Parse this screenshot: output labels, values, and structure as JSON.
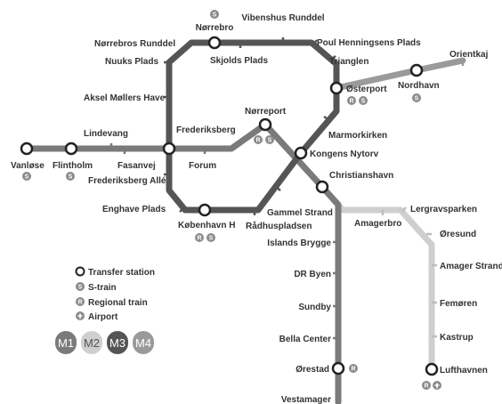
{
  "colors": {
    "M1": "#7a7a7a",
    "M2": "#cfcfcf",
    "M3": "#555555",
    "M4": "#9a9a9a",
    "station_stroke": "#222222",
    "badge": "#8a8a8a",
    "text": "#333333"
  },
  "stations": {
    "norrebro": "Nørrebro",
    "vibenshus_runddel": "Vibenshus Runddel",
    "norrebros_runddel": "Nørrebros Runddel",
    "poul_henningsens_plads": "Poul Henningsens Plads",
    "nuuks_plads": "Nuuks Plads",
    "skjolds_plads": "Skjolds Plads",
    "trianglen": "Trianglen",
    "orientkaj": "Orientkaj",
    "osterport": "Østerport",
    "nordhavn": "Nordhavn",
    "aksel_mollers_have": "Aksel Møllers Have",
    "norreport": "Nørreport",
    "marmorkirken": "Marmorkirken",
    "lindevang": "Lindevang",
    "frederiksberg": "Frederiksberg",
    "kongens_nytorv": "Kongens Nytorv",
    "vanlose": "Vanløse",
    "flintholm": "Flintholm",
    "fasanvej": "Fasanvej",
    "forum": "Forum",
    "christianshavn": "Christianshavn",
    "frederiksberg_alle": "Frederiksberg Allé",
    "lergravsparken": "Lergravsparken",
    "enghave_plads": "Enghave Plads",
    "gammel_strand": "Gammel Strand",
    "amagerbro": "Amagerbro",
    "kobenhavn_h": "København H",
    "radhuspladsen": "Rådhuspladsen",
    "oresund": "Øresund",
    "islands_brygge": "Islands Brygge",
    "dr_byen": "DR Byen",
    "amager_strand": "Amager Strand",
    "sundby": "Sundby",
    "femoren": "Femøren",
    "bella_center": "Bella Center",
    "kastrup": "Kastrup",
    "orestad": "Ørestad",
    "lufthavnen": "Lufthavnen",
    "vestamager": "Vestamager"
  },
  "legend": {
    "transfer": "Transfer station",
    "strain": "S-train",
    "regional": "Regional train",
    "airport": "Airport",
    "strain_icon": "S",
    "regional_icon": "R",
    "airport_icon": "airport-icon",
    "lines": [
      {
        "id": "m1",
        "label": "M1"
      },
      {
        "id": "m2",
        "label": "M2"
      },
      {
        "id": "m3",
        "label": "M3"
      },
      {
        "id": "m4",
        "label": "M4"
      }
    ]
  }
}
